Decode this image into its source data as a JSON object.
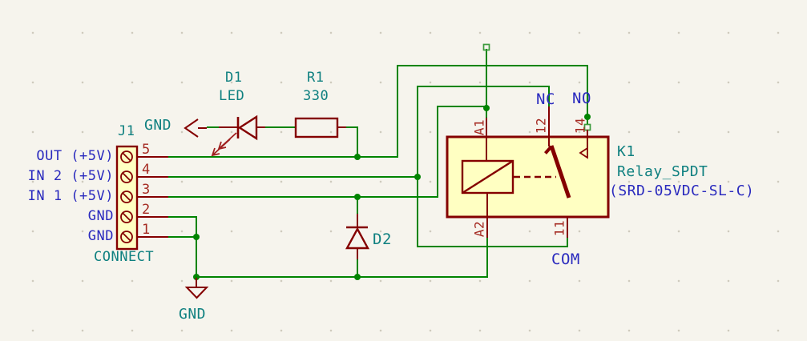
{
  "connector": {
    "ref": "J1",
    "name": "CONNECT",
    "pin_numbers": [
      "5",
      "4",
      "3",
      "2",
      "1"
    ],
    "net_labels": [
      "OUT (+5V)",
      "IN 2 (+5V)",
      "IN 1 (+5V)",
      "GND",
      "GND"
    ]
  },
  "d1": {
    "ref": "D1",
    "value": "LED"
  },
  "r1": {
    "ref": "R1",
    "value": "330"
  },
  "d2": {
    "ref": "D2"
  },
  "k1": {
    "ref": "K1",
    "value": "Relay_SPDT",
    "part": "(SRD-05VDC-SL-C)",
    "pin_names": {
      "a1": "A1",
      "a2": "A2",
      "p12": "12",
      "p14": "14",
      "p11": "11"
    },
    "contact_labels": {
      "nc": "NC",
      "no": "NO",
      "com": "COM"
    }
  },
  "power": {
    "gnd_flag": "GND",
    "gnd_symbol": "GND"
  },
  "colors": {
    "wire": "#008400",
    "symbol_outline": "#840000",
    "symbol_fill": "#FFFFC2",
    "pin_number": "#A52A22",
    "net_label": "#2A2ABE",
    "field_text": "#0F8080",
    "background": "#F6F4ED"
  }
}
